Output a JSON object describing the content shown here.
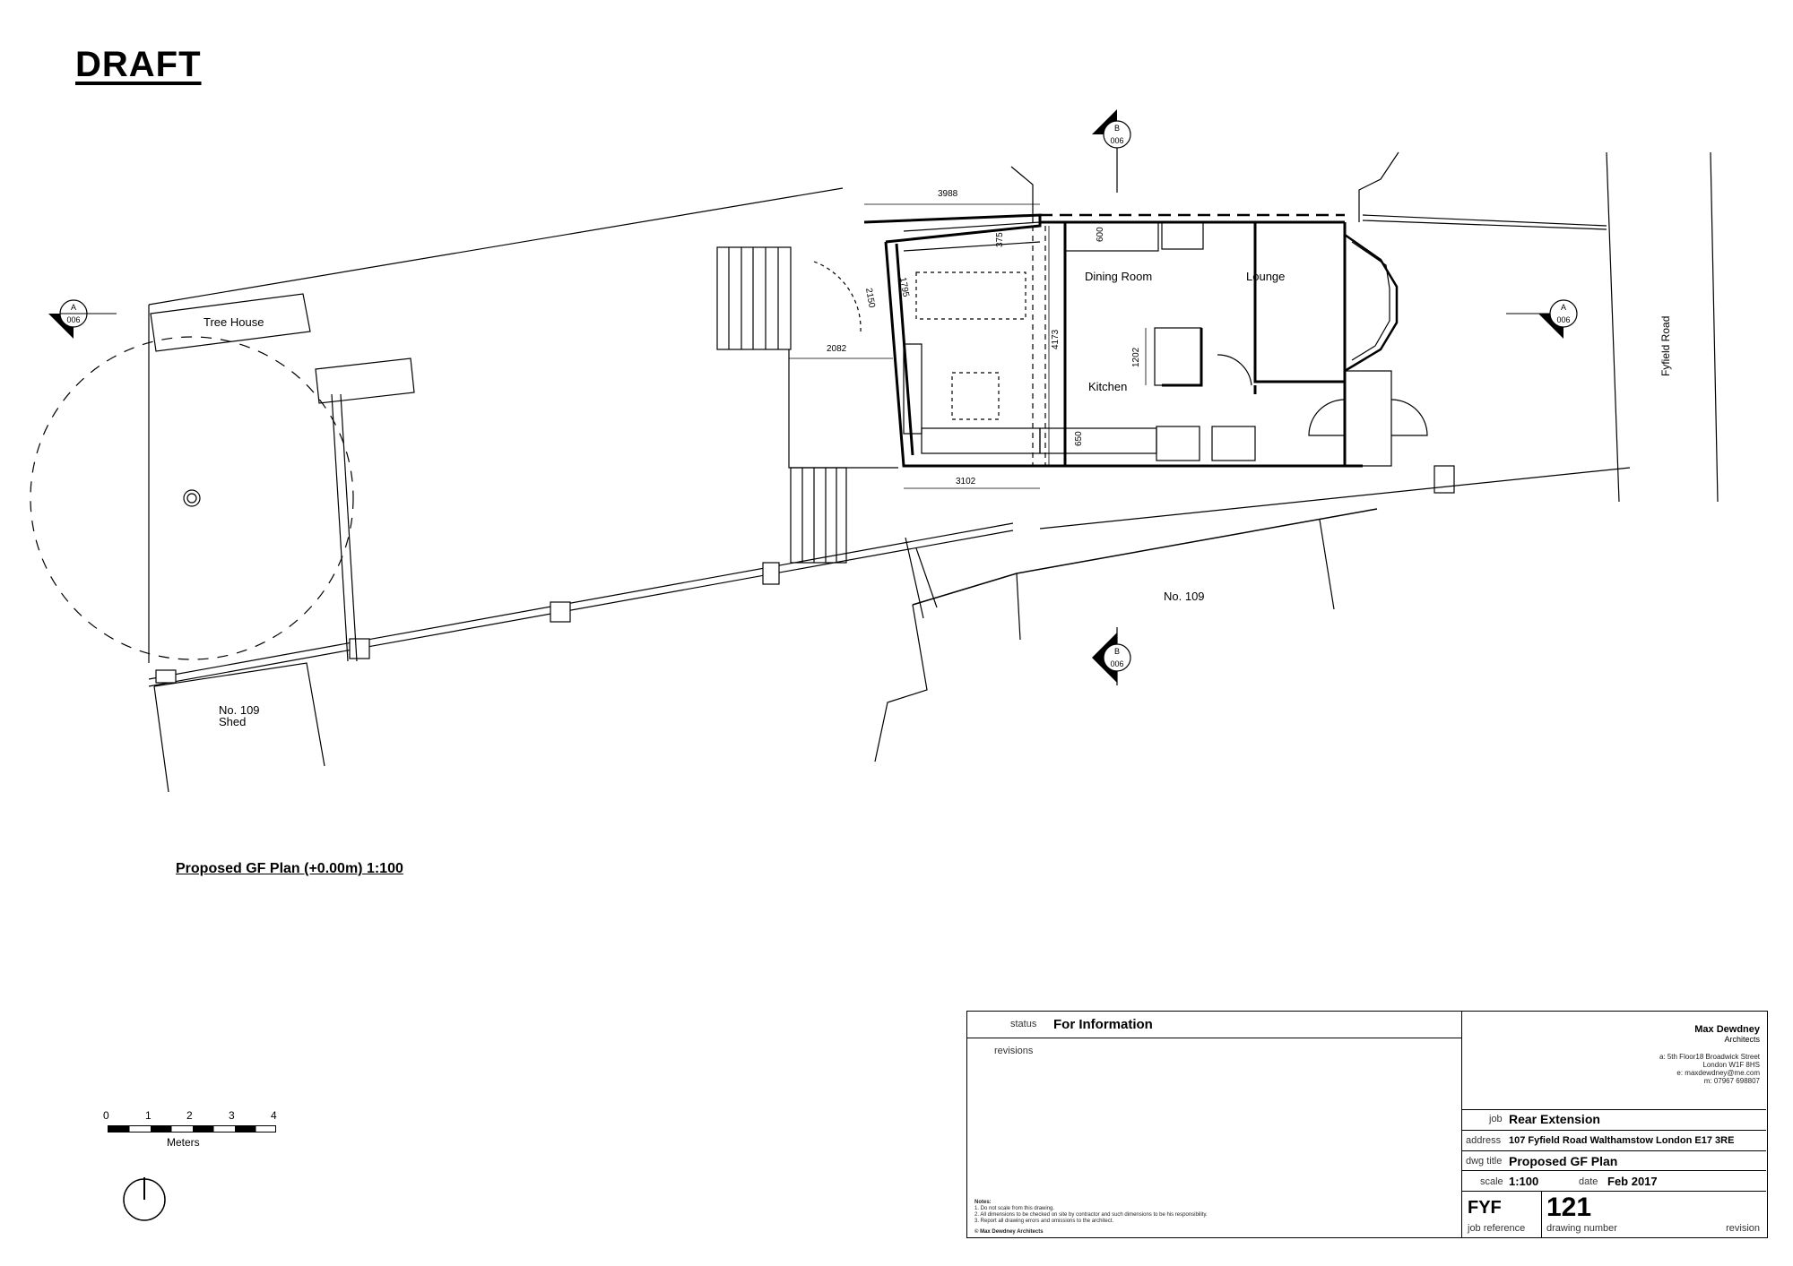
{
  "draft_label": "DRAFT",
  "plan_title": "Proposed GF Plan (+0.00m) 1:100",
  "rooms": {
    "tree_house": "Tree House",
    "dining_room": "Dining Room",
    "lounge": "Lounge",
    "kitchen": "Kitchen",
    "neighbour": "No. 109",
    "shed_line1": "No. 109",
    "shed_line2": "Shed",
    "road": "Fyfield Road"
  },
  "dimensions": {
    "d3988": "3988",
    "d375": "375",
    "d600": "600",
    "d1795": "1795",
    "d2150": "2150",
    "d2082": "2082",
    "d4173": "4173",
    "d1202": "1202",
    "d650": "650",
    "d3102": "3102"
  },
  "section_markers": {
    "a_letter": "A",
    "b_letter": "B",
    "sheet": "006"
  },
  "scale_bar": {
    "ticks": [
      "0",
      "1",
      "2",
      "3",
      "4"
    ],
    "unit": "Meters"
  },
  "title_block": {
    "status_key": "status",
    "status_value": "For Information",
    "revisions_key": "revisions",
    "firm_name": "Max Dewdney",
    "firm_sub": "Architects",
    "address_lines": [
      "a: 5th Floor18 Broadwick Street",
      "London W1F 8HS",
      "e: maxdewdney@me.com",
      "m: 07967 698807"
    ],
    "job_key": "job",
    "job_value": "Rear Extension",
    "address_key": "address",
    "address_value": "107 Fyfield Road Walthamstow London E17 3RE",
    "dwg_title_key": "dwg title",
    "dwg_title_value": "Proposed GF Plan",
    "scale_key": "scale",
    "scale_value": "1:100",
    "date_key": "date",
    "date_value": "Feb 2017",
    "job_ref_value": "FYF",
    "job_ref_key": "job reference",
    "drawing_number_value": "121",
    "drawing_number_key": "drawing number",
    "revision_key": "revision",
    "notes_title": "Notes:",
    "notes": [
      "1. Do not scale from this drawing.",
      "2. All dimensions to be checked on site by contractor and such dimensions to be his responsibility.",
      "3. Report all drawing errors and omissions to the architect."
    ],
    "copyright": "© Max Dewdney Architects"
  }
}
